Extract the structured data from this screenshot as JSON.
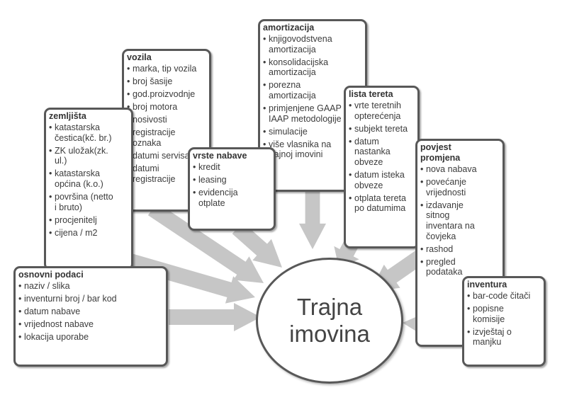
{
  "colors": {
    "arrow": "#c6c6c6",
    "border": "#585858",
    "text": "#3c3c3c"
  },
  "center": {
    "label": "Trajna\nimovina"
  },
  "boxes": {
    "osnovni": {
      "title": "osnovni podaci",
      "items": [
        "naziv / slika",
        "inventurni broj / bar kod",
        "datum  nabave",
        "vrijednost nabave",
        "lokacija uporabe"
      ]
    },
    "zemljista": {
      "title": "zemljišta",
      "items": [
        "katastarska\nčestica(kč. br.)",
        "ZK uložak(zk.\nul.)",
        "katastarska\nopćina (k.o.)",
        "površina (netto\ni bruto)",
        "procjenitelj",
        "cijena / m2"
      ]
    },
    "vozila": {
      "title": "vozila",
      "items": [
        "marka, tip vozila",
        "broj šasije",
        "god.proizvodnje",
        "broj motora",
        "nosivosti",
        "registracije\noznaka",
        "datumi servisa",
        "datumi\nregistracije"
      ]
    },
    "vrste": {
      "title": "vrste nabave",
      "items": [
        "kredit",
        "leasing",
        "evidencija\notplate"
      ]
    },
    "amortizacija": {
      "title": "amortizacija",
      "items": [
        "knjigovodstvena\namortizacija",
        "konsolidacijska\namortizacija",
        "porezna\namortizacija",
        "primjenjene GAAP\nIAAP  metodologije",
        "simulacije",
        "više vlasnika na\ntrajnoj imovini"
      ]
    },
    "lista": {
      "title": "lista tereta",
      "items": [
        "vrte teretnih\nopterećenja",
        "subjekt tereta",
        "datum\nnastanka\nobveze",
        "datum isteka\nobveze",
        "otplata tereta\npo datumima"
      ]
    },
    "povjest": {
      "title": "povjest\npromjena",
      "items": [
        "nova nabava",
        "povećanje\nvrijednosti",
        "izdavanje\nsitnog\ninventara na\nčovjeka",
        "rashod",
        "pregled\npodataka"
      ]
    },
    "inventura": {
      "title": "inventura",
      "items": [
        "bar-code čitači",
        "popisne\nkomisije",
        "izvještaj o\nmanjku"
      ]
    }
  }
}
